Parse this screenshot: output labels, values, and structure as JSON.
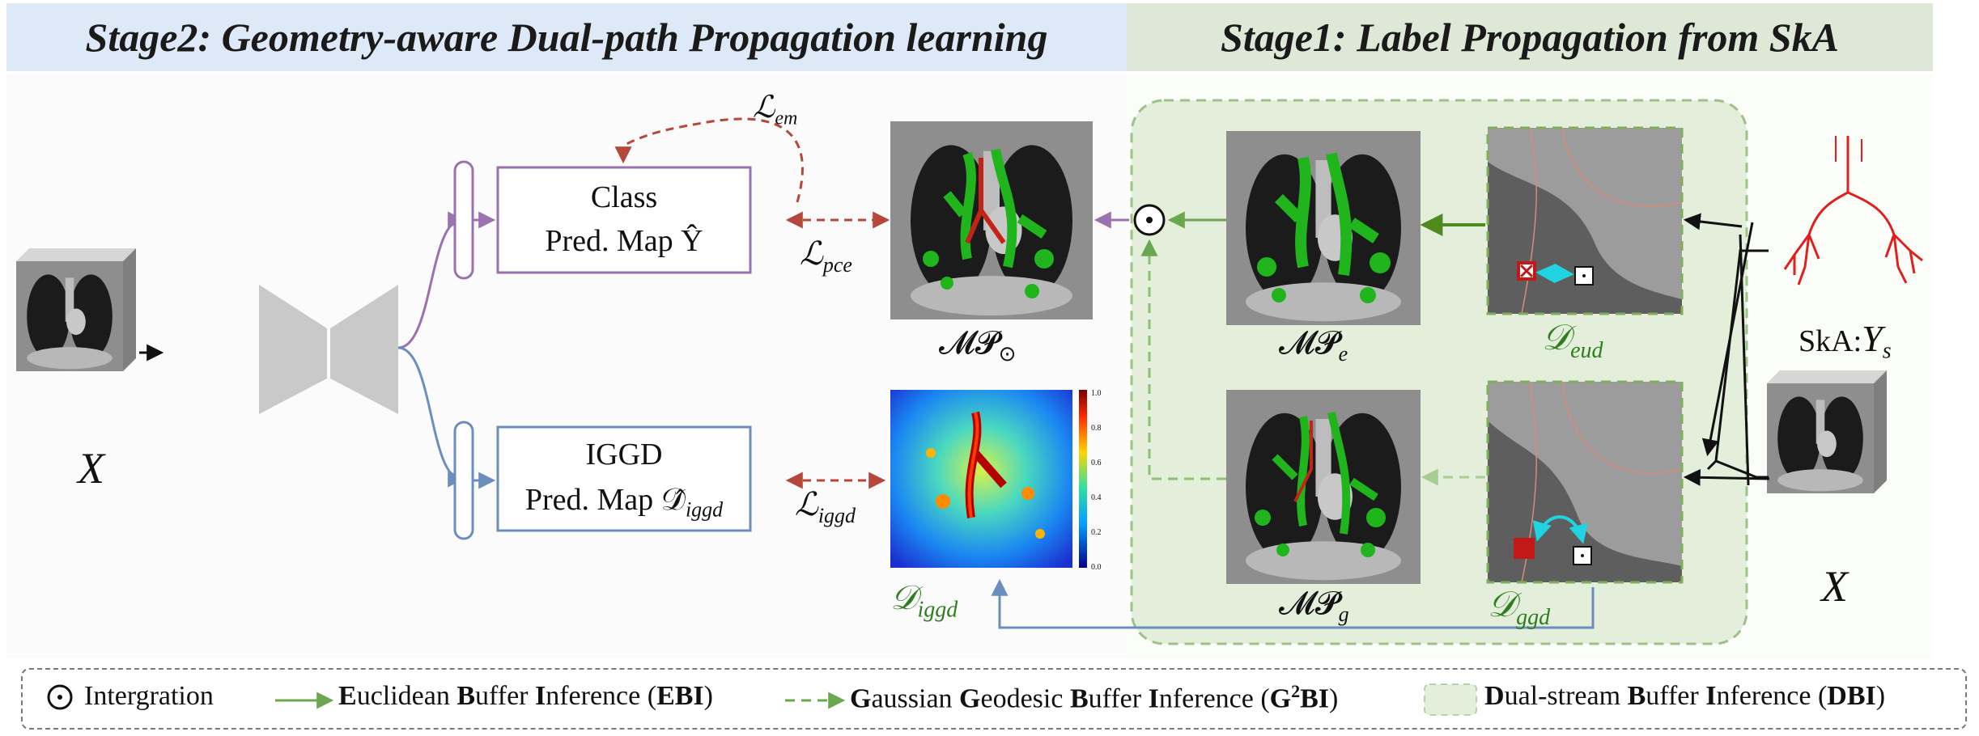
{
  "stage2": {
    "title": "Stage2: Geometry-aware Dual-path Propagation  learning"
  },
  "stage1": {
    "title": "Stage1: Label Propagation from SkA"
  },
  "input_left": {
    "label": "X"
  },
  "class_box": {
    "line1": "Class",
    "line2": "Pred. Map Ŷ"
  },
  "iggd_box": {
    "line1": "IGGD",
    "line2": "Pred. Map 𝒟̂",
    "line2_sub": "iggd"
  },
  "losses": {
    "em": {
      "symbol": "ℒ",
      "sub": "em"
    },
    "pce": {
      "symbol": "ℒ",
      "sub": "pce"
    },
    "iggd": {
      "symbol": "ℒ",
      "sub": "iggd"
    }
  },
  "maps": {
    "mp_odot": {
      "symbol": "𝓜𝓟",
      "sub": "⊙"
    },
    "d_iggd": {
      "symbol": "𝒟",
      "sub": "iggd"
    },
    "mp_e": {
      "symbol": "𝓜𝓟",
      "sub": "e"
    },
    "d_eud": {
      "symbol": "𝒟",
      "sub": "eud"
    },
    "mp_g": {
      "symbol": "𝓜𝓟",
      "sub": "g"
    },
    "d_ggd": {
      "symbol": "𝒟",
      "sub": "ggd"
    }
  },
  "colorbar_ticks": [
    "1.0",
    "0.8",
    "0.6",
    "0.4",
    "0.2",
    "0.0"
  ],
  "ska": {
    "prefix": "SkA:",
    "symbol": "Y",
    "sub": "s"
  },
  "input_right": {
    "label": "X"
  },
  "integration_symbol": "⊙",
  "legend": {
    "integration": "Intergration",
    "ebi": {
      "p1_b": "E",
      "p1": "uclidean ",
      "p2_b": "B",
      "p2": "uffer ",
      "p3_b": "I",
      "p3": "nference (",
      "p4_b": "EBI",
      "p5": ")"
    },
    "g2bi": {
      "p1_b": "G",
      "p1": "aussian ",
      "p2_b": "G",
      "p2": "eodesic ",
      "p3_b": "B",
      "p3": "uffer ",
      "p4_b": "I",
      "p4": "nference (",
      "p5_b": "G",
      "p5_sup": "2",
      "p6_b": "BI",
      "p7": ")"
    },
    "dbi": {
      "p1_b": "D",
      "p1": "ual-stream ",
      "p2_b": "B",
      "p2": "uffer ",
      "p3_b": "I",
      "p3": "nference (",
      "p4_b": "DBI",
      "p5": ")"
    }
  },
  "colors": {
    "stage2_header": "#dde9f6",
    "stage1_header": "#dde9d6",
    "purple": "#9b72b0",
    "blue": "#6c8ebf",
    "green": "#6aa84f",
    "green_label": "#2e7d1e",
    "loss_red": "#b5483a",
    "dbi_fill": "#e3eedb"
  }
}
